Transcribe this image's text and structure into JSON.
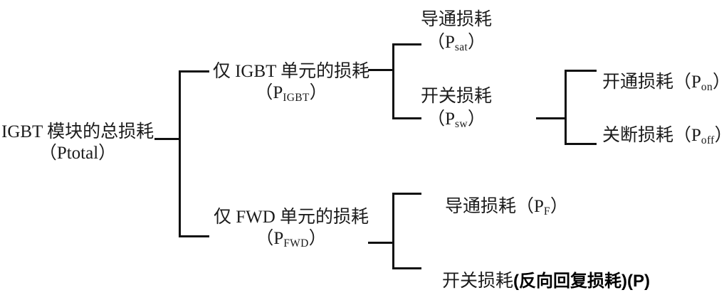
{
  "colors": {
    "background": "#ffffff",
    "line": "#101010",
    "text": "#1b1b1b",
    "annotation": "#000000"
  },
  "nodes": {
    "root": {
      "line1": "IGBT 模块的总损耗",
      "line2": "（Ptotal）"
    },
    "igbt_unit": {
      "line1": "仅 IGBT 单元的损耗",
      "p_prefix": "（P",
      "p_sub": "IGBT",
      "p_suffix": "）"
    },
    "fwd_unit": {
      "line1": "仅 FWD 单元的损耗",
      "p_prefix": "（P",
      "p_sub": "FWD",
      "p_suffix": "）"
    },
    "conduction_igbt": {
      "line1": "导通损耗",
      "p_prefix": "（P",
      "p_sub": "sat",
      "p_suffix": "）"
    },
    "switching_igbt": {
      "line1": "开关损耗",
      "p_prefix": "（P",
      "p_sub": "sw",
      "p_suffix": "）"
    },
    "turn_on": {
      "prefix": "开通损耗（P",
      "sub": "on",
      "suffix": "）"
    },
    "turn_off": {
      "prefix": "关断损耗（P",
      "sub": "off",
      "suffix": "）"
    },
    "conduction_fwd": {
      "prefix": "导通损耗（P",
      "sub": "F",
      "suffix": "）"
    },
    "switching_fwd": {
      "serif_part": "开关损耗",
      "bold_part": "(反向回复损耗)(P)"
    }
  }
}
